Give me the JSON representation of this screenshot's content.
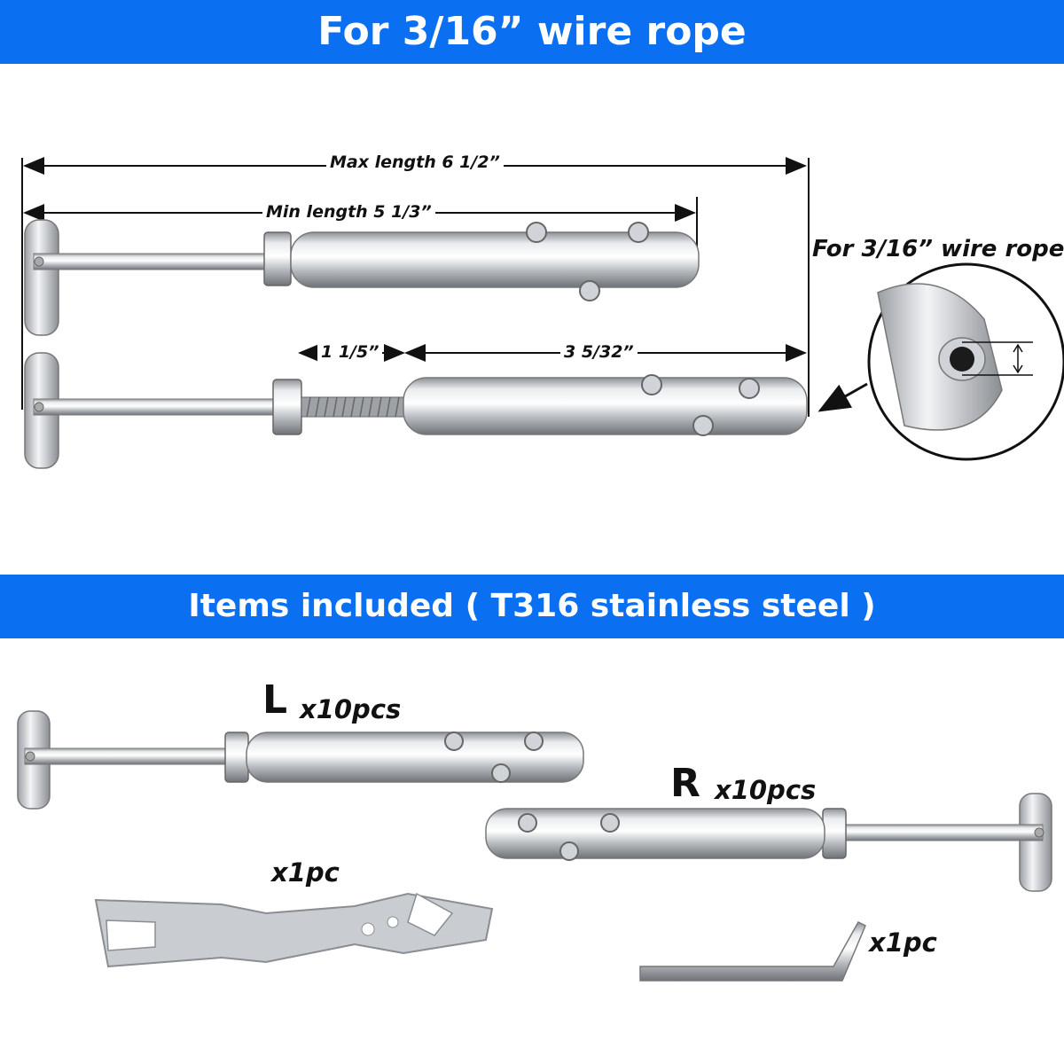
{
  "banners": {
    "top": "For 3/16” wire rope",
    "middle": "Items  included ( T316 stainless steel )"
  },
  "dimensions": {
    "max_length": "Max length 6 1/2”",
    "min_length": "Min length 5 1/3”",
    "thread_length": "1 1/5”",
    "body_length": "3 5/32”"
  },
  "callout": {
    "label": "For 3/16” wire rope"
  },
  "items": {
    "left_letter": "L",
    "left_qty": "x10pcs",
    "right_letter": "R",
    "right_qty": "x10pcs",
    "wrench_qty": "x1pc",
    "hex_key_qty": "x1pc"
  },
  "colors": {
    "banner": "#0a6ff0",
    "banner_text": "#ffffff",
    "steel": "#c9ccd0"
  }
}
